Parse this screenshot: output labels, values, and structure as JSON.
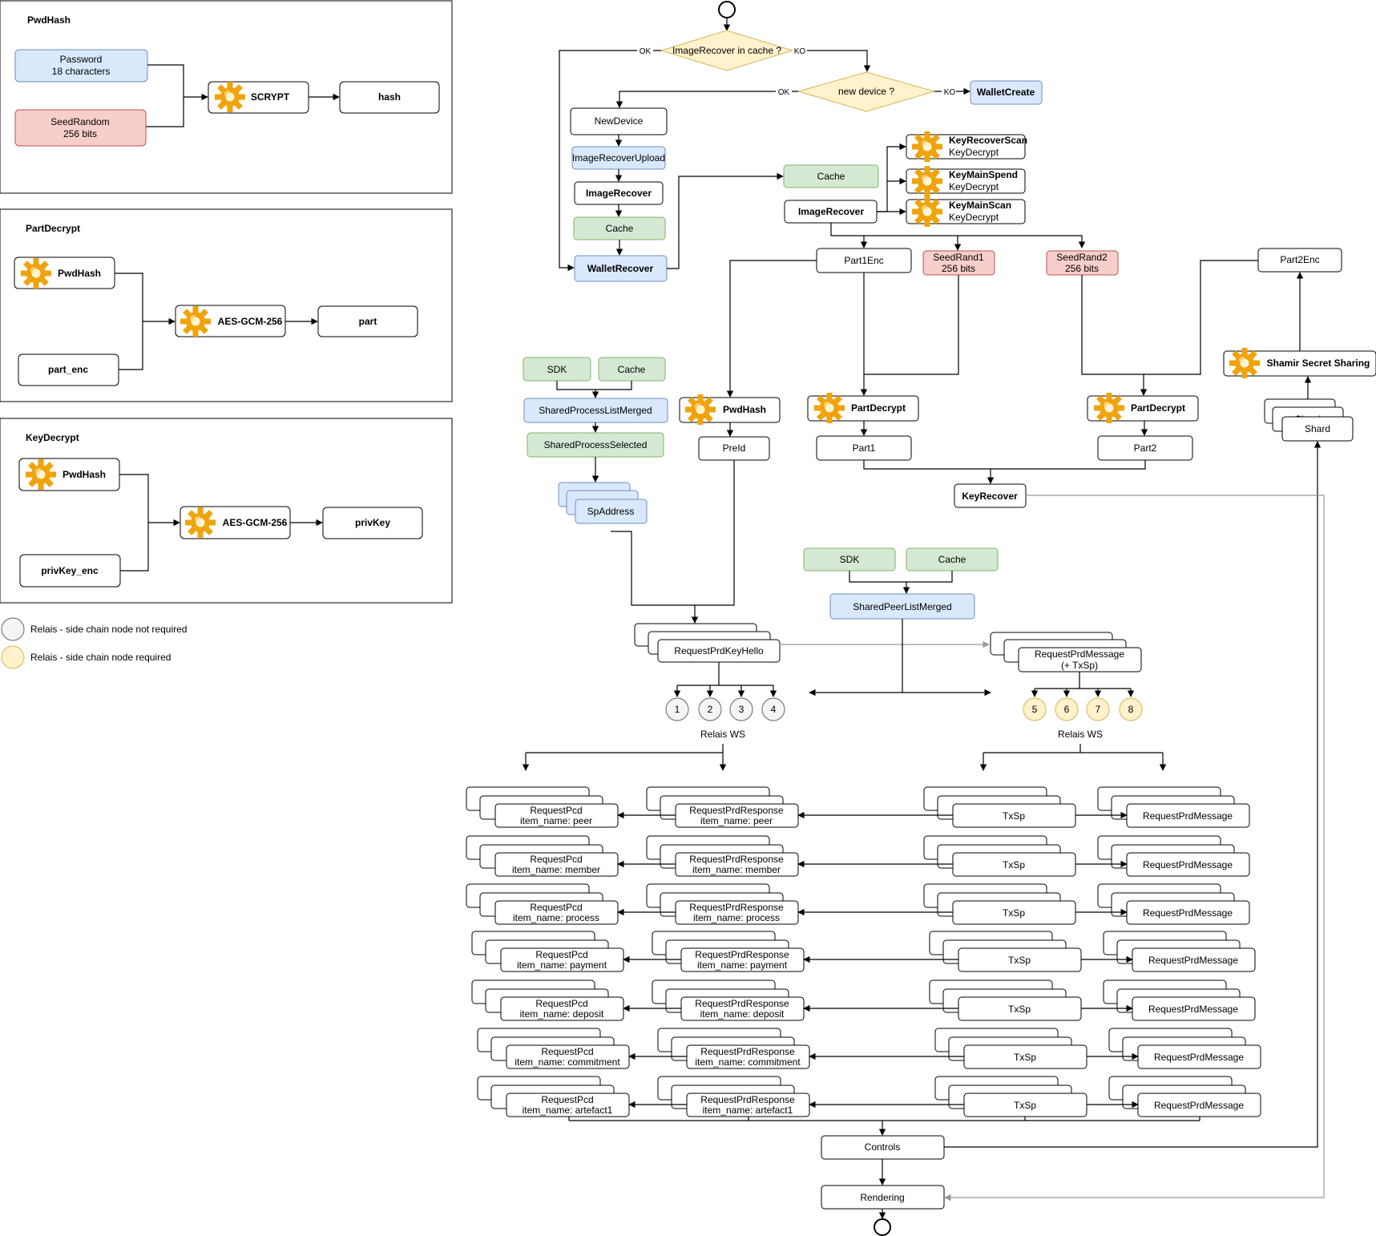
{
  "colors": {
    "blue_fill": "#dae8fc",
    "blue_stroke": "#6c8ebf",
    "green_fill": "#d5e8d4",
    "green_stroke": "#82b366",
    "red_fill": "#f8cecc",
    "red_stroke": "#b85450",
    "yellow_fill": "#fff2cc",
    "yellow_stroke": "#d6b656",
    "gear": "#f0a30a"
  },
  "panels": {
    "pwdhash": {
      "title": "PwdHash",
      "password_l1": "Password",
      "password_l2": "18 characters",
      "seed_l1": "SeedRandom",
      "seed_l2": "256 bits",
      "scrypt": "SCRYPT",
      "hash": "hash"
    },
    "partdecrypt": {
      "title": "PartDecrypt",
      "pwdhash": "PwdHash",
      "part_enc": "part_enc",
      "aes": "AES-GCM-256",
      "part": "part"
    },
    "keydecrypt": {
      "title": "KeyDecrypt",
      "pwdhash": "PwdHash",
      "privkey_enc": "privKey_enc",
      "aes": "AES-GCM-256",
      "privkey": "privKey"
    }
  },
  "legend": {
    "not_required": "Relais - side chain node not required",
    "required": "Relais - side chain node required"
  },
  "flow": {
    "decision1": "ImageRecover in cache ?",
    "decision2": "new device ?",
    "ok": "OK",
    "ko": "KO",
    "wallet_create": "WalletCreate",
    "new_device": "NewDevice",
    "image_recover_upload": "ImageRecoverUpload",
    "image_recover_left": "ImageRecover",
    "cache_left": "Cache",
    "wallet_recover": "WalletRecover",
    "cache_mid": "Cache",
    "image_recover_mid": "ImageRecover",
    "key_recover_scan": "KeyRecoverScan",
    "key_main_spend": "KeyMainSpend",
    "key_main_scan": "KeyMainScan",
    "key_decrypt": "KeyDecrypt",
    "part1enc": "Part1Enc",
    "seedrand1_l1": "SeedRand1",
    "seedrand1_l2": "256 bits",
    "seedrand2_l1": "SeedRand2",
    "seedrand2_l2": "256 bits",
    "part2enc": "Part2Enc",
    "shamir": "Shamir Secret Sharing",
    "shard": "Shard",
    "shard_hidden": "Shard",
    "sdk1": "SDK",
    "cache_sdk1": "Cache",
    "shared_process_list_merged": "SharedProcessListMerged",
    "shared_process_selected": "SharedProcessSelected",
    "sp_address": "SpAddress",
    "pwdhash_main": "PwdHash",
    "preid": "PreId",
    "partdecrypt1": "PartDecrypt",
    "partdecrypt2": "PartDecrypt",
    "part1": "Part1",
    "part2": "Part2",
    "key_recover": "KeyRecover",
    "sdk2": "SDK",
    "cache_sdk2": "Cache",
    "shared_peer_list_merged": "SharedPeerListMerged",
    "request_prd_key_hello": "RequestPrdKeyHello",
    "request_prd_message_l1": "RequestPrdMessage",
    "request_prd_message_l2": "(+ TxSp)",
    "relais_left": [
      "1",
      "2",
      "3",
      "4"
    ],
    "relais_right": [
      "5",
      "6",
      "7",
      "8"
    ],
    "relais_ws_left": "Relais WS",
    "relais_ws_right": "Relais WS",
    "controls": "Controls",
    "rendering": "Rendering"
  },
  "rows": [
    {
      "pcd": "RequestPcd",
      "resp": "RequestPrdResponse",
      "item": "item_name: peer",
      "txsp": "TxSp",
      "msg": "RequestPrdMessage"
    },
    {
      "pcd": "RequestPcd",
      "resp": "RequestPrdResponse",
      "item": "item_name: member",
      "txsp": "TxSp",
      "msg": "RequestPrdMessage"
    },
    {
      "pcd": "RequestPcd",
      "resp": "RequestPrdResponse",
      "item": "item_name: process",
      "txsp": "TxSp",
      "msg": "RequestPrdMessage"
    },
    {
      "pcd": "RequestPcd",
      "resp": "RequestPrdResponse",
      "item": "item_name: payment",
      "txsp": "TxSp",
      "msg": "RequestPrdMessage"
    },
    {
      "pcd": "RequestPcd",
      "resp": "RequestPrdResponse",
      "item": "item_name: deposit",
      "txsp": "TxSp",
      "msg": "RequestPrdMessage"
    },
    {
      "pcd": "RequestPcd",
      "resp": "RequestPrdResponse",
      "item": "item_name: commitment",
      "txsp": "TxSp",
      "msg": "RequestPrdMessage"
    },
    {
      "pcd": "RequestPcd",
      "resp": "RequestPrdResponse",
      "item": "item_name: artefact1",
      "txsp": "TxSp",
      "msg": "RequestPrdMessage"
    }
  ]
}
